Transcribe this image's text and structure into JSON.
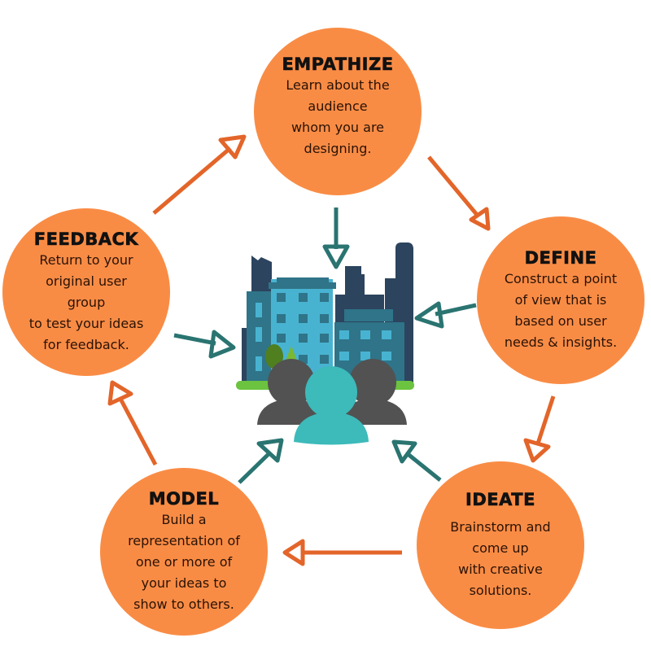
{
  "diagram": {
    "title": "Design Thinking Cycle",
    "colors": {
      "stage_fill": "#F98C45",
      "flow_arrow": "#E3652A",
      "inward_arrow": "#2A7471",
      "building_dark": "#2C445E",
      "building_mid": "#2F7488",
      "building_light": "#48B3D1",
      "person_front": "#3DBABA",
      "person_back": "#525252",
      "grass": "#6CC33F"
    },
    "stages": [
      {
        "id": "empathize",
        "title": "EMPATHIZE",
        "description": "Learn about the\naudience\nwhom you are\ndesigning."
      },
      {
        "id": "define",
        "title": "DEFINE",
        "description": "Construct a point\nof view that is\nbased on user\nneeds & insights."
      },
      {
        "id": "ideate",
        "title": "IDEATE",
        "description": "Brainstorm and\ncome up\nwith creative\nsolutions."
      },
      {
        "id": "model",
        "title": "MODEL",
        "description": "Build a\nrepresentation of\none or more of\nyour ideas to\nshow to others."
      },
      {
        "id": "feedback",
        "title": "FEEDBACK",
        "description": "Return to your\noriginal user\ngroup\nto test your ideas\nfor feedback."
      }
    ],
    "flow": [
      {
        "from": "empathize",
        "to": "define"
      },
      {
        "from": "define",
        "to": "ideate"
      },
      {
        "from": "ideate",
        "to": "model"
      },
      {
        "from": "model",
        "to": "feedback"
      },
      {
        "from": "feedback",
        "to": "empathize"
      }
    ],
    "center": {
      "icon": "city-users-icon",
      "description": "city buildings with user group"
    }
  }
}
